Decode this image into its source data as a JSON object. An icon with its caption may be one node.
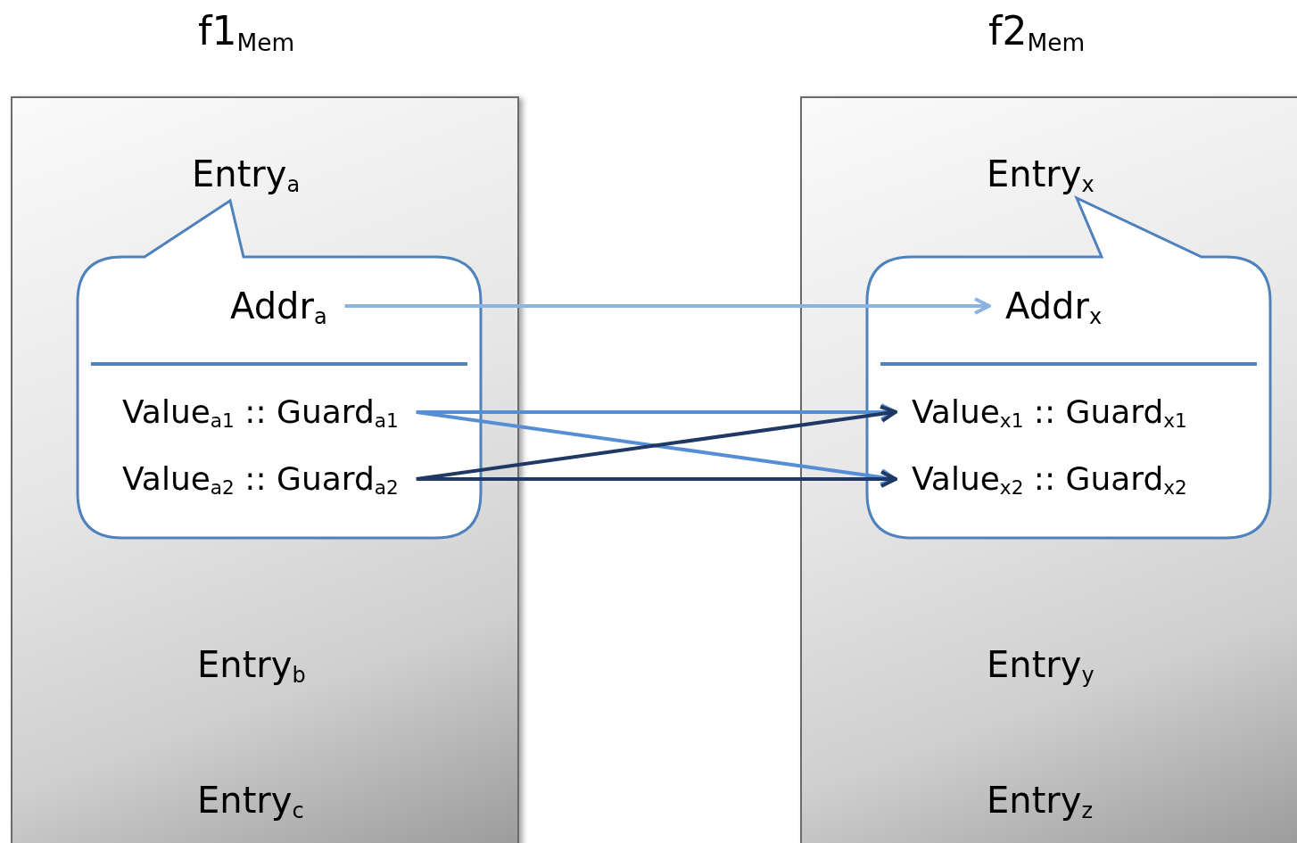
{
  "diagram": {
    "nodes": [
      {
        "text": [
          "f1$_{Mem}$"
        ]
      },
      {
        "text": [
          "Entry$_{a}$"
        ],
        "in": 0
      },
      {
        "text": [],
        "shape": "callout",
        "in": 0
      },
      {
        "text": [
          "Addr$_{a}$"
        ],
        "in": 2
      },
      {
        "text": [
          "Value$_{a1}$ :: Guard$_{a1}$"
        ],
        "in": 2
      },
      {
        "text": [
          "Value$_{a2}$ :: Guard$_{a2}$"
        ],
        "in": 2
      },
      {
        "text": [
          "Entry$_{b}$"
        ],
        "in": 0
      },
      {
        "text": [
          "Entry$_{c}$"
        ],
        "in": 0
      },
      {
        "text": [
          "f2$_{Mem}$"
        ]
      },
      {
        "text": [
          "Entry$_{x}$"
        ],
        "in": 8
      },
      {
        "text": [],
        "shape": "callout",
        "in": 8
      },
      {
        "text": [
          "Addr$_{x}$"
        ],
        "in": 10
      },
      {
        "text": [
          "Value$_{x1}$ :: Guard$_{x1}$"
        ],
        "in": 10
      },
      {
        "text": [
          "Value$_{x2}$ :: Guard$_{x2}$"
        ],
        "in": 10
      },
      {
        "text": [
          "Entry$_{y}$"
        ],
        "in": 8
      },
      {
        "text": [
          "Entry$_{z}$"
        ],
        "in": 8
      }
    ],
    "edges": [
      {
        "from": 3,
        "to": 11,
        "arrow": "to",
        "color": "#8db3e2"
      },
      {
        "from": 4,
        "to": 12,
        "arrow": "to",
        "color": "#558ed5"
      },
      {
        "from": 4,
        "to": 13,
        "arrow": "to",
        "color": "#558ed5"
      },
      {
        "from": 5,
        "to": 12,
        "arrow": "to",
        "color": "#1f3864"
      },
      {
        "from": 5,
        "to": 13,
        "arrow": "to",
        "color": "#1f3864"
      }
    ]
  }
}
